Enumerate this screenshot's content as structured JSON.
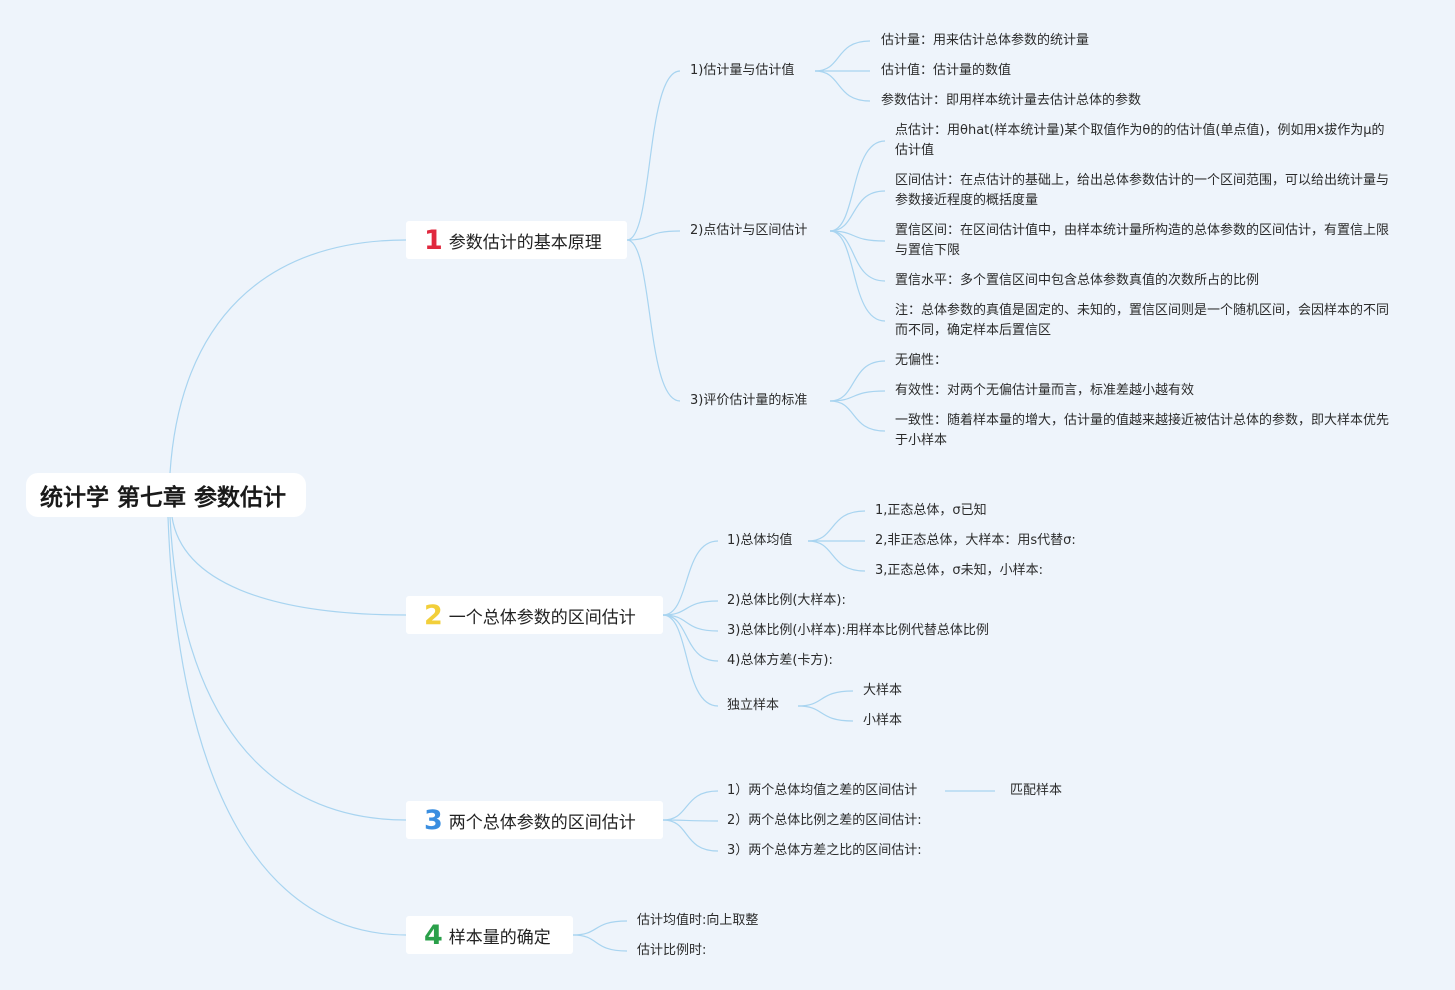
{
  "root": {
    "title": "统计学 第七章 参数估计"
  },
  "branches": [
    {
      "num": "1",
      "num_color": "#e0283e",
      "label": "参数估计的基本原理",
      "children": [
        {
          "label": "1)估计量与估计值",
          "children": [
            "估计量：用来估计总体参数的统计量",
            "估计值：估计量的数值",
            "参数估计：即用样本统计量去估计总体的参数"
          ]
        },
        {
          "label": "2)点估计与区间估计",
          "children": [
            "点估计：用θhat(样本统计量)某个取值作为θ的的估计值(单点值)，例如用x拔作为μ的估计值",
            "区间估计：在点估计的基础上，给出总体参数估计的一个区间范围，可以给出统计量与参数接近程度的概括度量",
            "置信区间：在区间估计值中，由样本统计量所构造的总体参数的区间估计，有置信上限与置信下限",
            "置信水平：多个置信区间中包含总体参数真值的次数所占的比例",
            "注：总体参数的真值是固定的、未知的，置信区间则是一个随机区间，会因样本的不同而不同，确定样本后置信区"
          ]
        },
        {
          "label": "3)评价估计量的标准",
          "children": [
            "无偏性：",
            "有效性：对两个无偏估计量而言，标准差越小越有效",
            "一致性：随着样本量的增大，估计量的值越来越接近被估计总体的参数，即大样本优先于小样本"
          ]
        }
      ]
    },
    {
      "num": "2",
      "num_color": "#f2cf3a",
      "label": "一个总体参数的区间估计",
      "children": [
        {
          "label": "1)总体均值",
          "children": [
            "1,正态总体，σ已知",
            "2,非正态总体，大样本：用s代替σ:",
            "3,正态总体，σ未知，小样本:"
          ]
        },
        {
          "label": "2)总体比例(大样本):"
        },
        {
          "label": "3)总体比例(小样本):用样本比例代替总体比例"
        },
        {
          "label": "4)总体方差(卡方):"
        },
        {
          "label": "独立样本",
          "children": [
            "大样本",
            "小样本"
          ]
        }
      ]
    },
    {
      "num": "3",
      "num_color": "#3a8ee0",
      "label": "两个总体参数的区间估计",
      "children": [
        {
          "label": "1）两个总体均值之差的区间估计",
          "children": [
            "匹配样本"
          ]
        },
        {
          "label": "2）两个总体比例之差的区间估计:"
        },
        {
          "label": "3）两个总体方差之比的区间估计:"
        }
      ]
    },
    {
      "num": "4",
      "num_color": "#2aa04a",
      "label": "样本量的确定",
      "children": [
        {
          "label": "估计均值时:向上取整"
        },
        {
          "label": "估计比例时:"
        }
      ]
    }
  ]
}
